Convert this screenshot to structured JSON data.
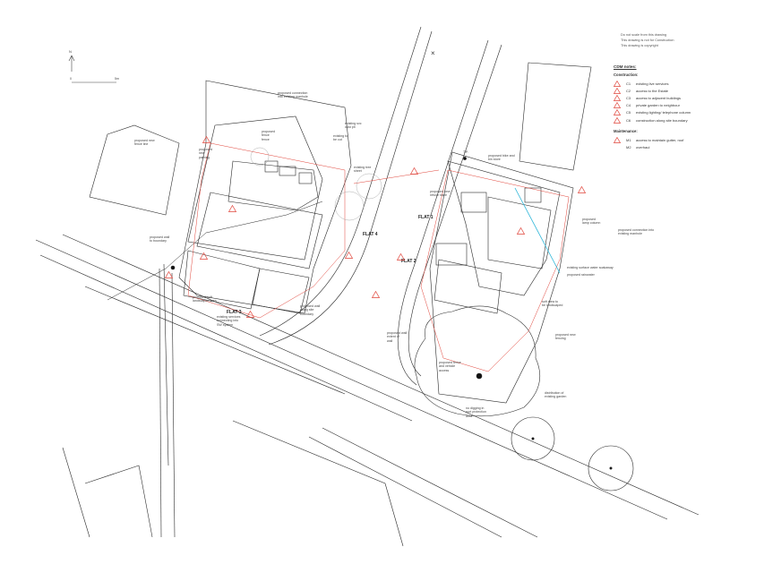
{
  "header_notes": [
    "Do not scale from this drawing",
    "This drawing is not for Construction",
    "This drawing is copyright"
  ],
  "scale_bar": {
    "start": "0",
    "end": "5m"
  },
  "north_label": "N",
  "cdm": {
    "title": "CDM notes:",
    "construction_title": "Construction:",
    "construction": [
      {
        "code": "C1",
        "text": "existing live services"
      },
      {
        "code": "C2",
        "text": "access to the Estate"
      },
      {
        "code": "C3",
        "text": "access to adjacent buildings"
      },
      {
        "code": "C4",
        "text": "private garden to neighbour"
      },
      {
        "code": "C5",
        "text": "existing lighting/ telephone column"
      },
      {
        "code": "C6",
        "text": "construction along site boundary"
      }
    ],
    "maintenance_title": "Maintenance:",
    "maintenance": [
      {
        "code": "M1",
        "text": "access to maintain gutter, roof"
      },
      {
        "code": "M2",
        "text": "overhaul"
      }
    ]
  },
  "flats": [
    "FLAT 1",
    "FLAT 2",
    "FLAT 3",
    "FLAT 4"
  ],
  "annotations": {
    "conn_manhole": "proposed connection\ninto existing manhole",
    "existing_svc": "existing svc\ndust pit",
    "tree_cut": "existing to\nbe cut",
    "existing_tree": "existing tree\nsheet",
    "new_fence": "proposed\nfence\nfence",
    "new_path": "proposed\nnew\nparking",
    "connect_existing": "proposed connection into\nexisting manhole",
    "tp": "T.P.",
    "wall_boundary": "proposed wall\nto boundary",
    "existing_conn": "existing services\nconnecting into\nSW system",
    "soft_landscape": "proposed soft\nlandscaped area",
    "new_fence_line": "proposed new\nfence line",
    "new_gate": "proposed new\nrefuse store",
    "bike_store": "proposed bike and\nbin store",
    "new_lamp": "proposed\nlamp column",
    "surface_water": "existing surface water soakaway",
    "rain_soakaway": "proposed rainwater",
    "soft_area": "soft area to\nbe landscaped",
    "reuse": "proposed wall\nextent of\nwall",
    "new_fencing": "proposed new\nfencing",
    "no_digging": "no digging in\nroot protection\narea",
    "tree_garden": "distribution of\nexisting garden",
    "proposed_wall": "proposed wall\nalong site\nboundary",
    "fence_vehicle": "proposed fence\nand vehicle\naccess"
  },
  "colors": {
    "line": "#2a2a2a",
    "red": "#e0443a",
    "cyan": "#2bb5d8",
    "grey": "#9a9a9a"
  }
}
